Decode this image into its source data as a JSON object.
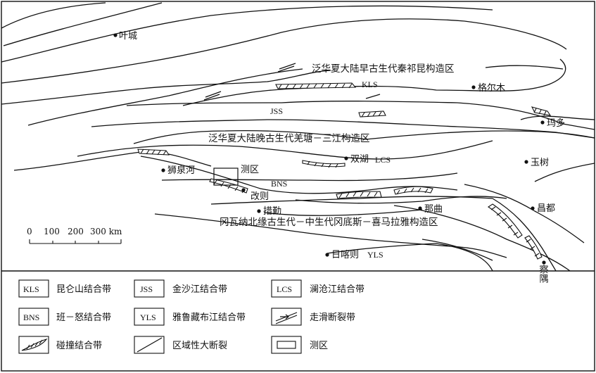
{
  "map": {
    "cities": [
      {
        "id": "yecheng",
        "name": "叶城"
      },
      {
        "id": "geermu",
        "name": "格尔木"
      },
      {
        "id": "maduo",
        "name": "玛多"
      },
      {
        "id": "yushu",
        "name": "玉树"
      },
      {
        "id": "shizihe",
        "name": "狮泉河"
      },
      {
        "id": "shuanghu",
        "name": "双湖"
      },
      {
        "id": "gaize",
        "name": "改则"
      },
      {
        "id": "cuoqin",
        "name": "措勤"
      },
      {
        "id": "naqu",
        "name": "那曲"
      },
      {
        "id": "changdu",
        "name": "昌都"
      },
      {
        "id": "rikaze",
        "name": "日喀则"
      },
      {
        "id": "chayu",
        "name": "察隅"
      }
    ],
    "suture_labels": {
      "kls": "KLS",
      "jss": "JSS",
      "lcs": "LCS",
      "bns": "BNS",
      "yls": "YLS"
    },
    "region_labels": {
      "north": "泛华夏大陆早古生代秦祁昆构造区",
      "middle": "泛华夏大陆晚古生代羌塘－三江构造区",
      "south": "冈瓦纳北缘古生代－中生代冈底斯－喜马拉雅构造区"
    },
    "survey_area_label": "测区",
    "scale_bar": {
      "ticks": [
        "0",
        "100",
        "200",
        "300 km"
      ]
    }
  },
  "legend": {
    "items": [
      {
        "id": "kls",
        "code": "KLS",
        "text": "昆仑山结合带"
      },
      {
        "id": "jss",
        "code": "JSS",
        "text": "金沙江结合带"
      },
      {
        "id": "lcs",
        "code": "LCS",
        "text": "澜沧江结合带"
      },
      {
        "id": "bns",
        "code": "BNS",
        "text": "班－怒结合带"
      },
      {
        "id": "yls",
        "code": "YLS",
        "text": "雅鲁藏布江结合带"
      },
      {
        "id": "strike_slip",
        "text": "走滑断裂带"
      },
      {
        "id": "collision",
        "text": "碰撞结合带"
      },
      {
        "id": "fault",
        "text": "区域性大断裂"
      },
      {
        "id": "survey",
        "text": "测区"
      }
    ]
  }
}
